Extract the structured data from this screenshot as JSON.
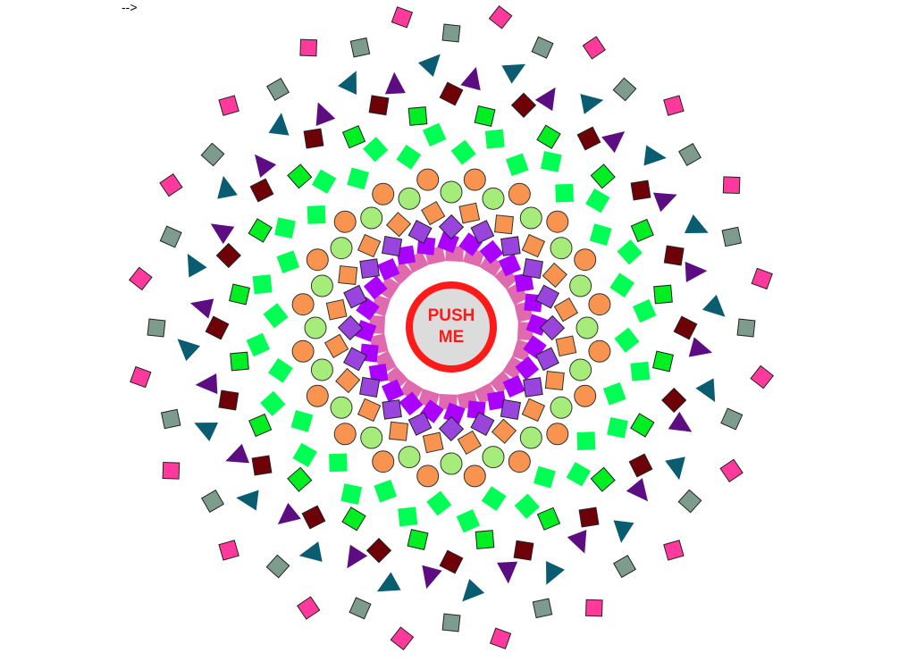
{
  "page": {
    "stray_text": "-->"
  },
  "button": {
    "label": "PUSH ME"
  },
  "rings": [
    {
      "name": "pink-rectangle",
      "shape": "rect",
      "count": 24,
      "color": "#e06aae",
      "stroke": "none",
      "offset": 2.5
    },
    {
      "name": "violet-square",
      "shape": "rect",
      "count": 24,
      "color": "#aa00ff",
      "stroke": "none",
      "offset": -2
    },
    {
      "name": "purple-square",
      "shape": "rect",
      "count": 20,
      "color": "#9945dd",
      "stroke": "#222222",
      "offset": 0
    },
    {
      "name": "orange-square",
      "shape": "rect",
      "count": 20,
      "color": "#f89450",
      "stroke": "#333333",
      "offset": 9
    },
    {
      "name": "light-green-circle",
      "shape": "circle",
      "count": 20,
      "color": "#a6ec7a",
      "stroke": "#333333",
      "offset": 0
    },
    {
      "name": "orange-circle",
      "shape": "circle",
      "count": 20,
      "color": "#f89450",
      "stroke": "#333333",
      "offset": 9
    },
    {
      "name": "spring-green-square",
      "shape": "rect",
      "count": 20,
      "color": "#00ff55",
      "stroke": "none",
      "offset": 4
    },
    {
      "name": "spring-green-square",
      "shape": "rect",
      "count": 20,
      "color": "#00ff55",
      "stroke": "none",
      "offset": -5
    },
    {
      "name": "green-square",
      "shape": "rect",
      "count": 20,
      "color": "#00ee22",
      "stroke": "#222222",
      "offset": 9
    },
    {
      "name": "maroon-square",
      "shape": "rect",
      "count": 20,
      "color": "#6e0008",
      "stroke": "#222222",
      "offset": 0
    },
    {
      "name": "purple-triangle",
      "shape": "triangle",
      "count": 20,
      "color": "#5c0d82",
      "stroke": "none",
      "offset": 5
    },
    {
      "name": "teal-triangle",
      "shape": "triangle",
      "count": 20,
      "color": "#0a5c70",
      "stroke": "none",
      "offset": -4
    },
    {
      "name": "sage-square",
      "shape": "rect",
      "count": 20,
      "color": "#7d9c8e",
      "stroke": "#222222",
      "offset": 0
    },
    {
      "name": "magenta-square",
      "shape": "rect",
      "count": 20,
      "color": "#ff3a9c",
      "stroke": "#222222",
      "offset": 9
    }
  ]
}
